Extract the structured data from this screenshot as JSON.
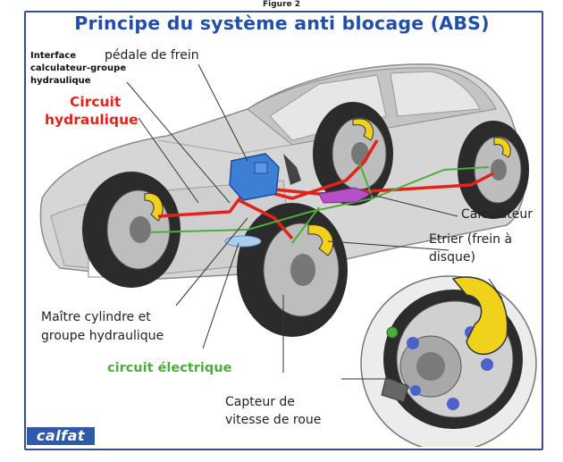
{
  "figure_label": "Figure 2",
  "title": "Principe du système anti blocage (ABS)",
  "labels": {
    "interface_line1": "Interface",
    "interface_line2": "calculateur-groupe",
    "interface_line3": "hydraulique",
    "pedale": "pédale de frein",
    "circuit_hydraulique_1": "Circuit",
    "circuit_hydraulique_2": "hydraulique",
    "calculateur": "Calculateur",
    "etrier_1": "Etrier (frein  à",
    "etrier_2": "disque)",
    "maitre_1": "Maître cylindre et",
    "maitre_2": "groupe hydraulique",
    "circuit_electrique": "circuit électrique",
    "capteur_1": "Capteur de",
    "capteur_2": "vitesse de roue"
  },
  "logo": "calfat",
  "colors": {
    "title": "#1f4fa8",
    "hydraulic": "#e2231a",
    "electric": "#4cae3a",
    "car_body": "#d9d9d9",
    "caliper": "#f0d21c",
    "modulator": "#3e7fd6",
    "calculator": "#b64fc8"
  }
}
